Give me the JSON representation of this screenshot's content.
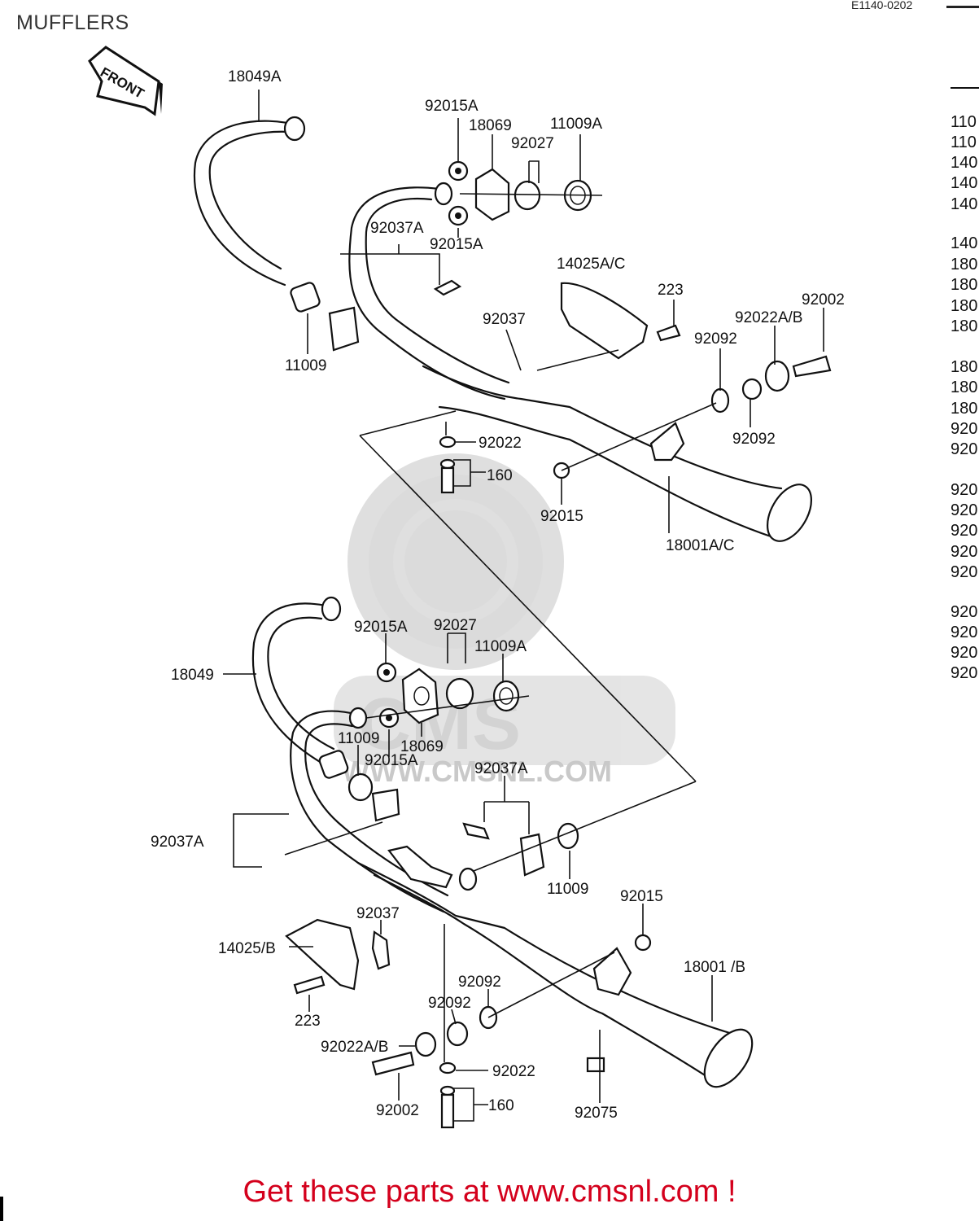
{
  "header": {
    "title": "MUFFLERS",
    "diagram_code": "E1140-0202"
  },
  "front_arrow_label": "FRONT",
  "watermark": "WWW.CMSNL.COM",
  "upper_labels": {
    "l18049A": "18049A",
    "l92015A_top": "92015A",
    "l18069": "18069",
    "l11009A": "11009A",
    "l92027": "92027",
    "l92037A": "92037A",
    "l92015A_bot": "92015A",
    "l14025AC": "14025A/C",
    "l223": "223",
    "l92002": "92002",
    "l92022AB": "92022A/B",
    "l92037": "92037",
    "l92092a": "92092",
    "l11009": "11009",
    "l92092b": "92092",
    "l92022": "92022",
    "l160": "160",
    "l92015": "92015",
    "l18001AC": "18001A/C"
  },
  "lower_labels": {
    "l92015A_top": "92015A",
    "l92027": "92027",
    "l11009A": "11009A",
    "l18049": "18049",
    "l11009_a": "11009",
    "l18069": "18069",
    "l92015A_bot": "92015A",
    "l92037A_right": "92037A",
    "l92037A_left": "92037A",
    "l11009_b": "11009",
    "l92015": "92015",
    "l92037": "92037",
    "l14025B": "14025/B",
    "l18001B": "18001 /B",
    "l92092a": "92092",
    "l92092b": "92092",
    "l223": "223",
    "l92022AB": "92022A/B",
    "l92022": "92022",
    "l160": "160",
    "l92002": "92002",
    "l92075": "92075"
  },
  "side_list": [
    "110",
    "110",
    "140",
    "140",
    "140",
    "140",
    "180",
    "180",
    "180",
    "180",
    "180",
    "180",
    "180",
    "920",
    "920",
    "920",
    "920",
    "920",
    "920",
    "920",
    "920",
    "920",
    "920",
    "920"
  ],
  "footer": "Get these parts at www.cmsnl.com !"
}
